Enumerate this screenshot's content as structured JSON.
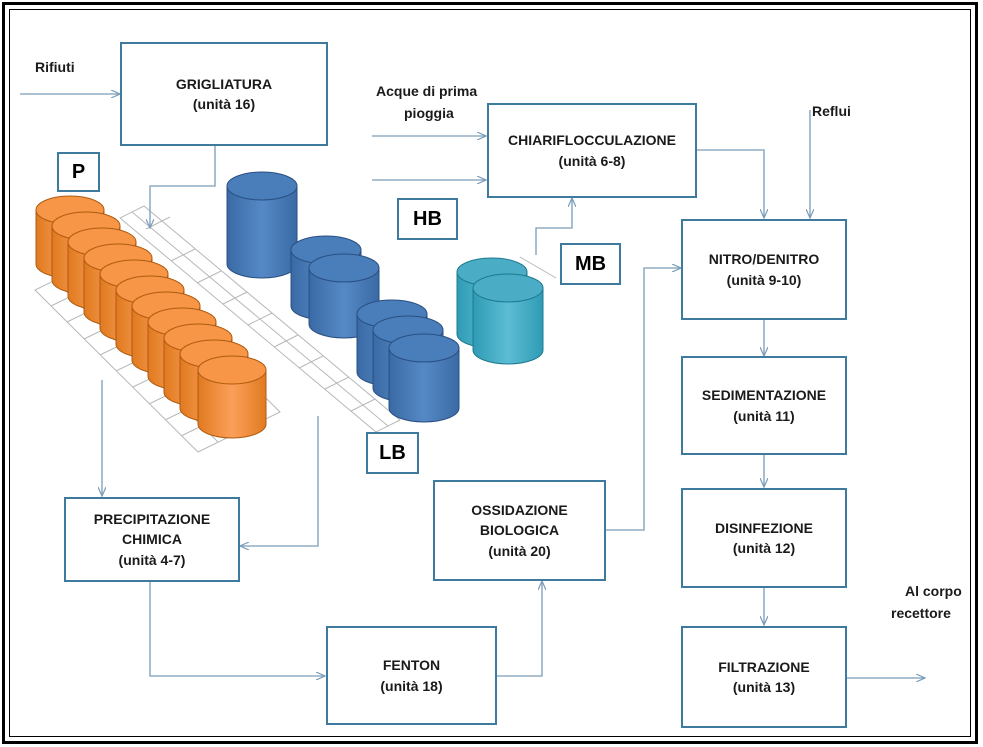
{
  "inputs": {
    "rifiuti": "Rifiuti",
    "acque_line1": "Acque di prima",
    "acque_line2": "pioggia",
    "reflui": "Reflui",
    "out_line1": "Al corpo",
    "out_line2": "recettore"
  },
  "tags": {
    "p": "P",
    "hb": "HB",
    "mb": "MB",
    "lb": "LB"
  },
  "boxes": {
    "grigliatura": {
      "name": "GRIGLIATURA",
      "unit": "(unità 16)"
    },
    "chiariflocculazione": {
      "name": "CHIARIFLOCCULAZIONE",
      "unit": "(unità 6-8)"
    },
    "nitro": {
      "name": "NITRO/DENITRO",
      "unit": "(unità 9-10)"
    },
    "sedimentazione": {
      "name": "SEDIMENTAZIONE",
      "unit": "(unità 11)"
    },
    "disinfezione": {
      "name": "DISINFEZIONE",
      "unit": "(unità 12)"
    },
    "filtrazione": {
      "name": "FILTRAZIONE",
      "unit": "(unità 13)"
    },
    "precipitazione": {
      "name1": "PRECIPITAZIONE",
      "name2": "CHIMICA",
      "unit": "(unità 4-7)"
    },
    "fenton": {
      "name": "FENTON",
      "unit": "(unità  18)"
    },
    "ossidazione": {
      "name1": "OSSIDAZIONE",
      "name2": "BIOLOGICA",
      "unit": "(unità 20)"
    }
  },
  "colors": {
    "orange": "#f79646",
    "blue": "#4a7ebb",
    "teal": "#4bacc6",
    "connector": "#7a9cb8",
    "box_border": "#3d7a9e"
  }
}
